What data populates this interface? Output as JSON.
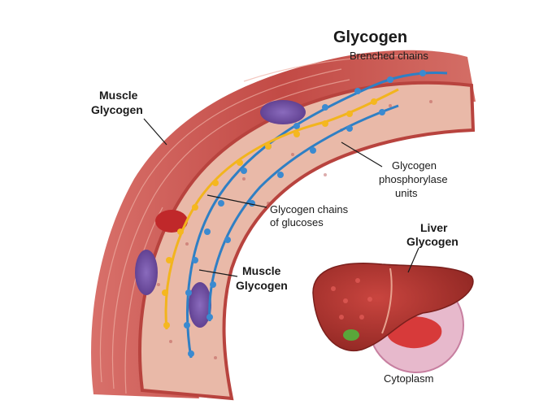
{
  "labels": {
    "glycogen_title": "Glycogen",
    "branched_chains": "Brenched chains",
    "muscle_glycogen_top_1": "Muscle",
    "muscle_glycogen_top_2": "Glycogen",
    "phosphorylase_1": "Glycogen",
    "phosphorylase_2": "phosphorylase",
    "phosphorylase_3": "units",
    "chains_1": "Glycogen chains",
    "chains_2": "of glucoses",
    "muscle_glycogen_bottom_1": "Muscle",
    "muscle_glycogen_bottom_2": "Glycogen",
    "liver_1": "Liver",
    "liver_2": "Glycogen",
    "cytoplasm": "Cytoplasm"
  },
  "colors": {
    "muscle": "#c8524e",
    "muscle_light": "#e49a8c",
    "vessel_interior": "#e8b7a6",
    "blue_chain": "#2f7fc4",
    "yellow_chain": "#f2b41d",
    "liver": "#a8332f",
    "organelle": "#6b4a9a"
  }
}
